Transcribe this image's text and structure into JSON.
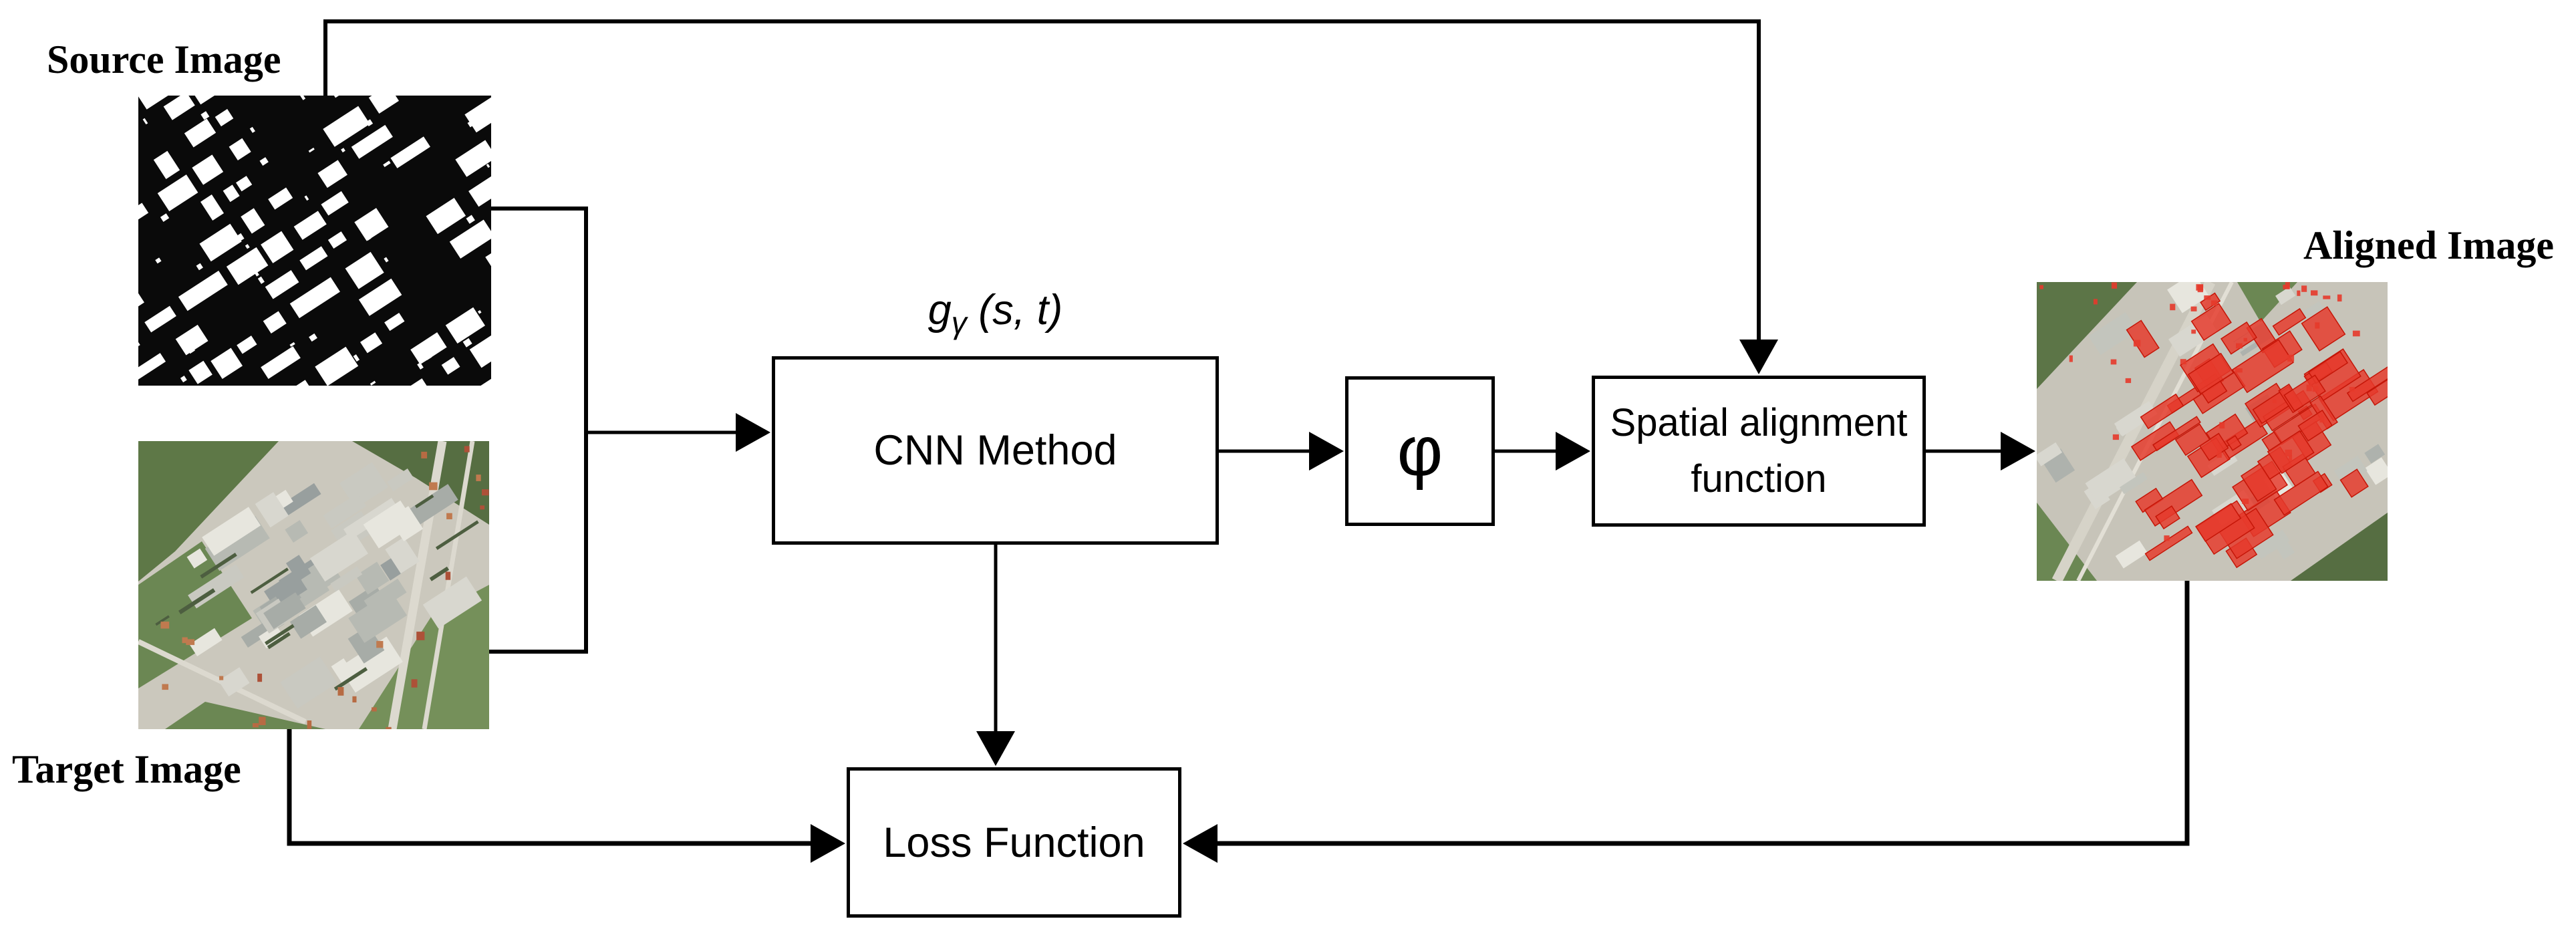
{
  "figure": {
    "labels": {
      "source": "Source Image",
      "target": "Target Image",
      "aligned": "Aligned Image"
    },
    "boxes": {
      "cnn": "CNN Method",
      "phi": "φ",
      "spatial_line1": "Spatial alignment",
      "spatial_line2": "function",
      "loss": "Loss Function"
    },
    "formula": {
      "fn": "g",
      "sub": "γ",
      "args": " (s, t)"
    },
    "icons": {
      "source_image": "binary-building-mask-image",
      "target_image": "aerial-photo-image",
      "aligned_image": "aerial-photo-with-red-building-overlay-image"
    },
    "colors": {
      "line": "#000000",
      "background": "#ffffff",
      "mask_foreground": "#ffffff",
      "mask_background": "#0a0a0a",
      "overlay_red": "#e63a2b",
      "aerial_green": "#5e7847",
      "aerial_gray": "#cbc8bd"
    }
  }
}
